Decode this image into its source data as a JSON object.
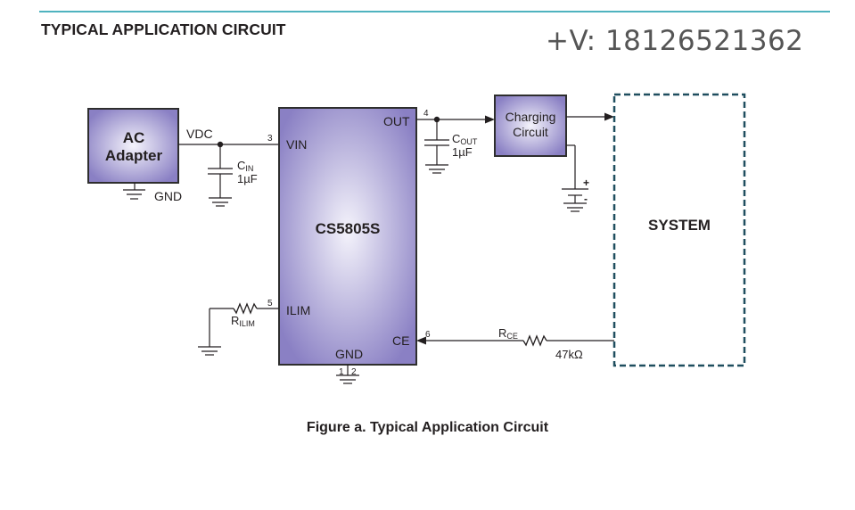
{
  "header": {
    "title": "TYPICAL APPLICATION CIRCUIT",
    "contact": "+V: 18126521362"
  },
  "diagram": {
    "adapter": {
      "line1": "AC",
      "line2": "Adapter"
    },
    "gnd_label": "GND",
    "vdc_label": "VDC",
    "cin": {
      "name": "C",
      "sub": "IN",
      "value": "1µF"
    },
    "cout": {
      "name": "C",
      "sub": "OUT",
      "value": "1µF"
    },
    "chip": {
      "name": "CS5805S",
      "pins": {
        "vin": "VIN",
        "out": "OUT",
        "ilim": "ILIM",
        "ce": "CE",
        "gnd": "GND"
      },
      "pin_numbers": {
        "vin": "3",
        "out": "4",
        "ilim": "5",
        "ce": "6",
        "gnd1": "1",
        "gnd2": "2"
      }
    },
    "charging": {
      "line1": "Charging",
      "line2": "Circuit"
    },
    "battery": {
      "plus": "+",
      "minus": "-"
    },
    "system": "SYSTEM",
    "rilim": {
      "name": "R",
      "sub": "ILIM"
    },
    "rce": {
      "name": "R",
      "sub": "CE",
      "value": "47kΩ"
    }
  },
  "caption": "Figure a. Typical Application Circuit",
  "colors": {
    "accent_rule": "#4fb3bf",
    "block_fill": "#8a80c4",
    "block_fill_light": "#f4f3fb",
    "block_border": "#2e2e2e",
    "system_border": "#1f4e5f"
  }
}
